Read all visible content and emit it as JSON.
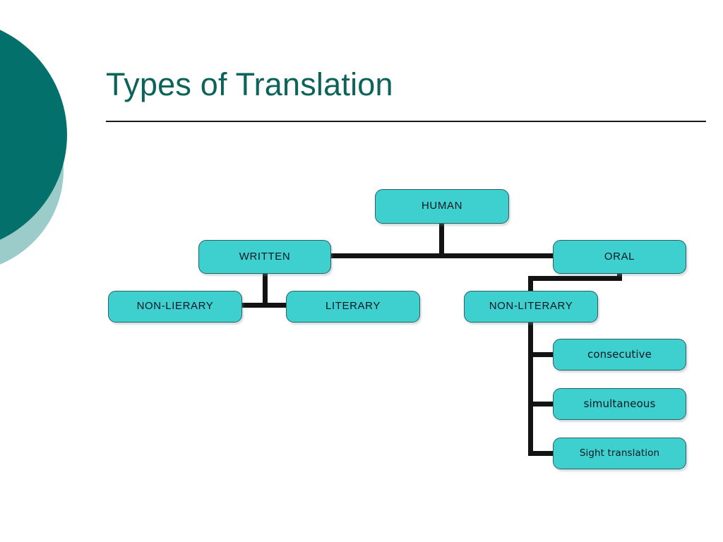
{
  "slide": {
    "title": "Types of Translation",
    "background_color": "#FFFFFF",
    "title_color": "#0C6359",
    "accent_dark": "#04706B",
    "accent_light": "#9BCCCA",
    "node_fill": "#3ECFCF",
    "node_border": "#2E5F63",
    "connector_color": "#131313"
  },
  "diagram": {
    "type": "tree",
    "root": "HUMAN",
    "nodes": [
      {
        "id": "human",
        "label": "HUMAN",
        "level": 1,
        "style": "tier"
      },
      {
        "id": "written",
        "label": "WRITTEN",
        "level": 2,
        "style": "tier"
      },
      {
        "id": "oral",
        "label": "ORAL",
        "level": 2,
        "style": "tier"
      },
      {
        "id": "non-lierary",
        "label": "NON-LIERARY",
        "level": 3,
        "style": "tier"
      },
      {
        "id": "literary",
        "label": "LITERARY",
        "level": 3,
        "style": "tier"
      },
      {
        "id": "non-literary",
        "label": "NON-LITERARY",
        "level": 3,
        "style": "tier"
      },
      {
        "id": "consecutive",
        "label": "consecutive",
        "level": 4,
        "style": "leaf"
      },
      {
        "id": "simultaneous",
        "label": "simultaneous",
        "level": 4,
        "style": "leaf"
      },
      {
        "id": "sight",
        "label": "Sight translation",
        "level": 4,
        "style": "leaf"
      }
    ],
    "edges": [
      {
        "from": "human",
        "to": "written"
      },
      {
        "from": "human",
        "to": "oral"
      },
      {
        "from": "written",
        "to": "non-lierary"
      },
      {
        "from": "written",
        "to": "literary"
      },
      {
        "from": "oral",
        "to": "non-literary"
      },
      {
        "from": "oral",
        "to": "consecutive"
      },
      {
        "from": "oral",
        "to": "simultaneous"
      },
      {
        "from": "oral",
        "to": "sight"
      }
    ]
  }
}
